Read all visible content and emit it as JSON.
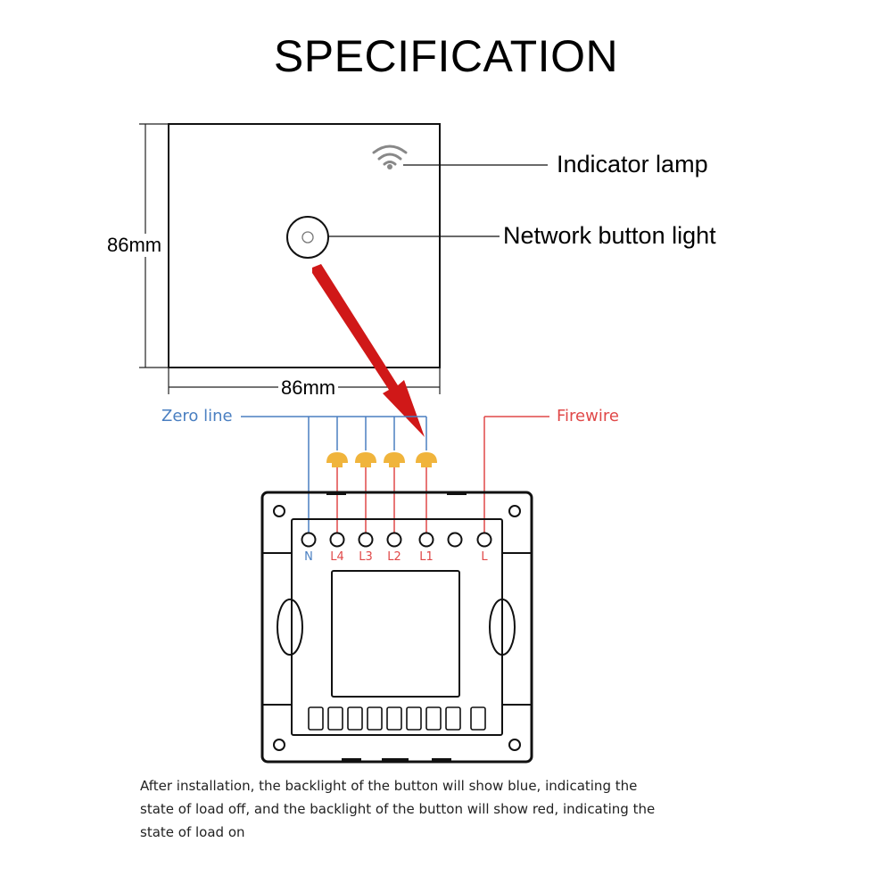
{
  "title": "SPECIFICATION",
  "callouts": {
    "indicator_lamp": "Indicator lamp",
    "network_button_light": "Network button light"
  },
  "dimensions": {
    "height": "86mm",
    "width": "86mm"
  },
  "wires": {
    "zero_line": "Zero line",
    "firewire": "Firewire"
  },
  "terminals": [
    "N",
    "L4",
    "L3",
    "L2",
    "L1",
    "",
    "L"
  ],
  "note": "After installation, the backlight of the button will show blue, indicating the state of load off, and the backlight of the button will show red, indicating the state of load on",
  "colors": {
    "zero_line": "#4a7fc1",
    "firewire": "#e04848",
    "arrow": "#d01818",
    "bulb": "#f0b43c",
    "icon": "#888888"
  },
  "icons": [
    "wifi-icon",
    "power-button-icon"
  ]
}
